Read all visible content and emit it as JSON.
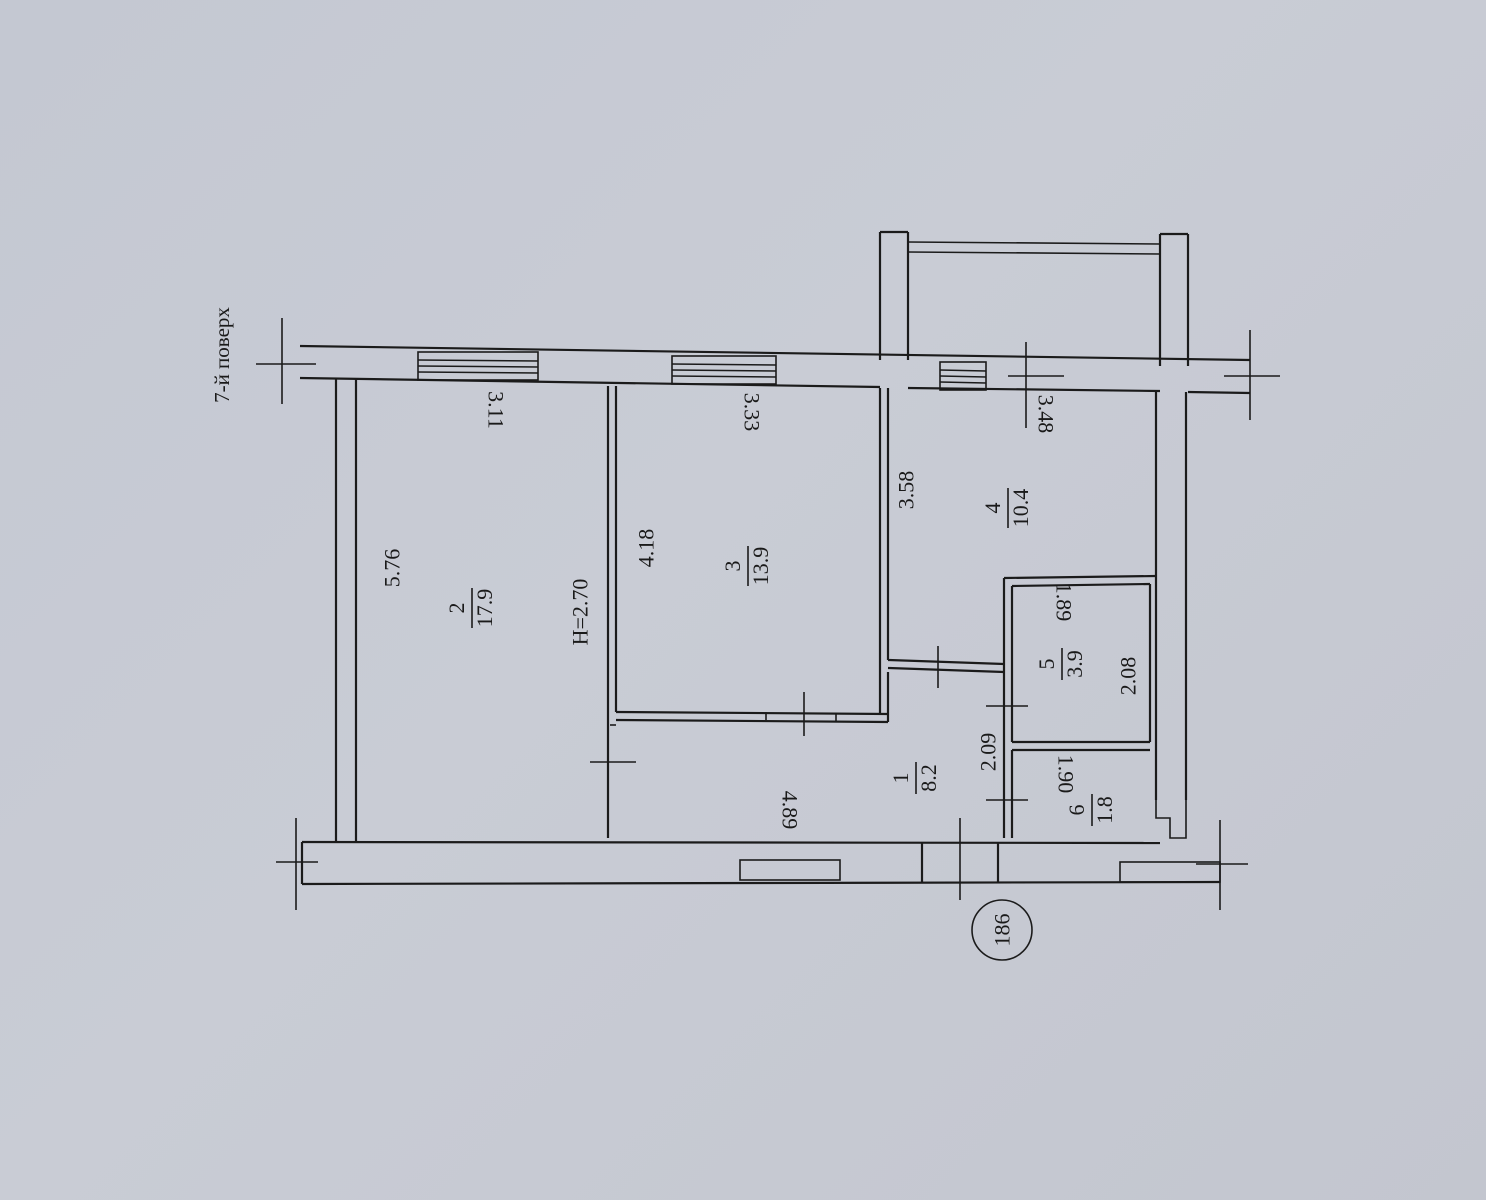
{
  "floor_label": "7-й поверх",
  "plan_number": "186",
  "ceiling_height": "H=2.70",
  "rooms": [
    {
      "number": "1",
      "area": "8.2"
    },
    {
      "number": "2",
      "area": "17.9"
    },
    {
      "number": "3",
      "area": "13.9"
    },
    {
      "number": "4",
      "area": "10.4"
    },
    {
      "number": "5",
      "area": "3.9"
    },
    {
      "number": "6",
      "area": "1.8"
    }
  ],
  "dimensions": {
    "room2_length": "5.76",
    "room2_width": "3.11",
    "room3_length": "4.18",
    "room3_width": "3.33",
    "room4_length": "3.58",
    "room4_width": "3.48",
    "room5_length": "2.08",
    "room5_width": "1.89",
    "room6_width": "1.90",
    "hall_length": "4.89",
    "hall_width": "2.09"
  }
}
